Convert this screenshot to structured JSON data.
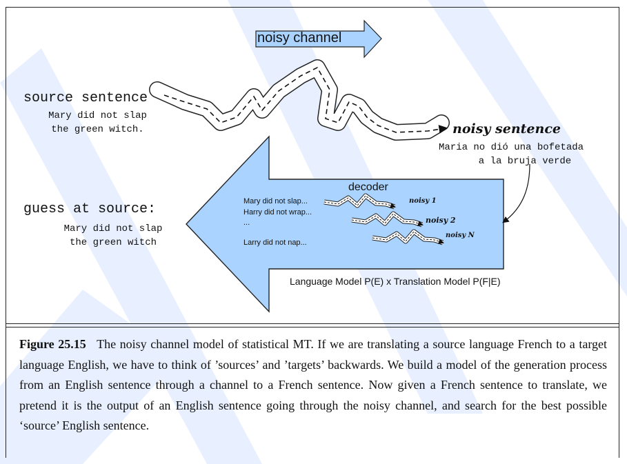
{
  "figure": {
    "header_arrow_label": "noisy channel",
    "source": {
      "label": "source sentence",
      "line1": "Mary did not slap",
      "line2": "the green witch."
    },
    "noisy": {
      "label": "noisy sentence",
      "line1": "Maria no dió una bofetada",
      "line2": "a la bruja verde"
    },
    "guess": {
      "label": "guess at source:",
      "line1": "Mary did not slap",
      "line2": "the green witch"
    },
    "decoder": {
      "label": "decoder",
      "candidates": [
        "Mary did not slap...",
        "Harry did not wrap...",
        "...",
        "Larry did not nap..."
      ],
      "noisy_labels": [
        "noisy 1",
        "noisy 2",
        "noisy N"
      ],
      "model_label": "Language Model P(E) x Translation Model P(F|E)"
    },
    "colors": {
      "arrow_fill": "#aad4ff",
      "watermark": "#e8f0ff"
    }
  },
  "caption": {
    "number": "Figure 25.15",
    "text": "The noisy channel model of statistical MT. If we are translating a source language French to a target language English, we have to think of ’sources’ and ’targets’ backwards. We build a model of the generation process from an English sentence through a channel to a French sentence. Now given a French sentence to translate, we pretend it is the output of an English sentence going through the noisy channel, and search for the best possible ‘source’ English sentence."
  }
}
